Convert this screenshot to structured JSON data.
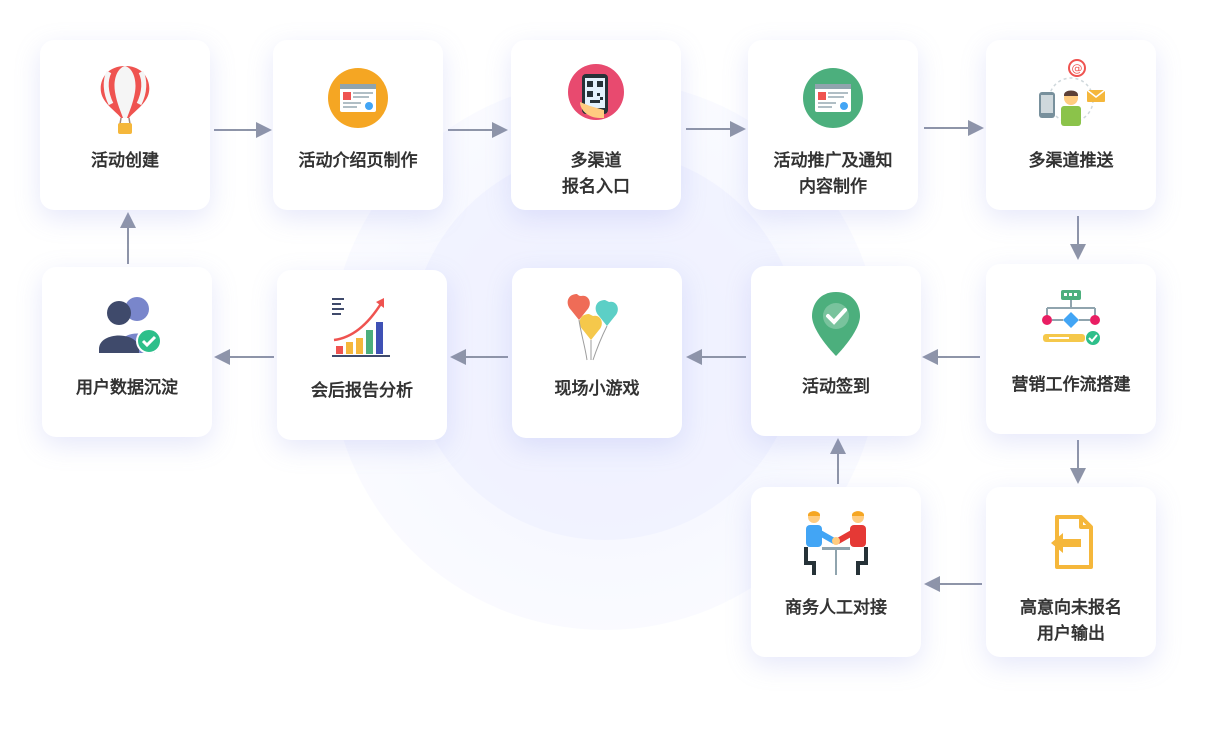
{
  "steps": {
    "s1": "活动创建",
    "s2": "活动介绍页制作",
    "s3": "多渠道\n报名入口",
    "s4": "活动推广及通知\n内容制作",
    "s5": "多渠道推送",
    "s6": "营销工作流搭建",
    "s7": "活动签到",
    "s8": "现场小游戏",
    "s9": "会后报告分析",
    "s10": "用户数据沉淀",
    "s11": "高意向未报名\n用户输出",
    "s12": "商务人工对接"
  },
  "icons": {
    "s1": "hot-air-balloon-icon",
    "s2": "web-page-icon",
    "s3": "qr-code-phone-icon",
    "s4": "content-page-icon",
    "s5": "multi-channel-icon",
    "s6": "workflow-icon",
    "s7": "location-check-icon",
    "s8": "balloons-icon",
    "s9": "growth-chart-icon",
    "s10": "users-check-icon",
    "s11": "export-file-icon",
    "s12": "handshake-icon"
  },
  "colors": {
    "arrow": "#8e95a8",
    "text": "#333333",
    "accent_green": "#2dbf8a"
  }
}
